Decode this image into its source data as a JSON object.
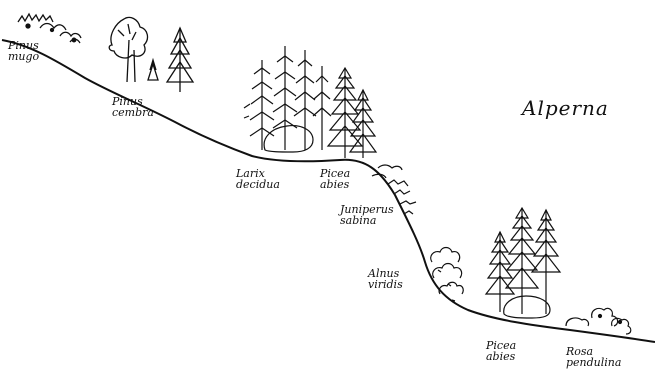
{
  "title": "Alperna",
  "labels": {
    "pinus_mugo": "Pinus\nmugo",
    "pinus_cembra": "Pinus\ncembra",
    "larix_decidua": "Larix\ndecidua",
    "picea_abies_upper": "Picea\nabies",
    "juniperus_sabina": "Juniperus\nsabina",
    "alnus_viridis": "Alnus\nviridis",
    "picea_abies_lower": "Picea\nabies",
    "rosa_pendulina": "Rosa\npendulina"
  }
}
